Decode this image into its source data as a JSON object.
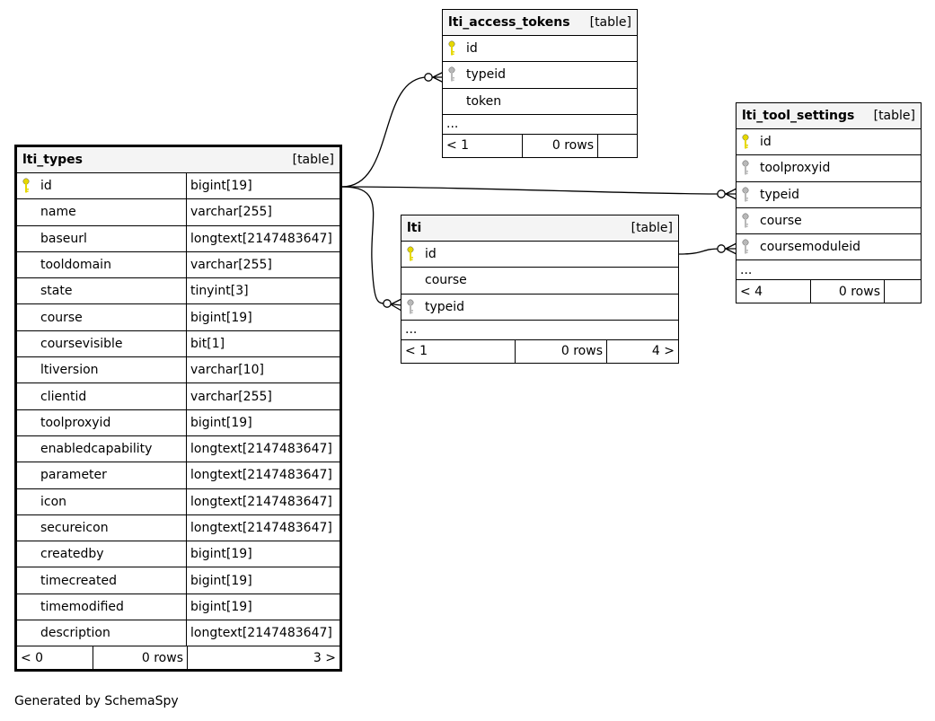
{
  "credit": "Generated by SchemaSpy",
  "tables": {
    "lti_types": {
      "name": "lti_types",
      "kind": "[table]",
      "columns": [
        {
          "name": "id",
          "type": "bigint[19]",
          "key": "primary"
        },
        {
          "name": "name",
          "type": "varchar[255]",
          "key": "none"
        },
        {
          "name": "baseurl",
          "type": "longtext[2147483647]",
          "key": "none"
        },
        {
          "name": "tooldomain",
          "type": "varchar[255]",
          "key": "none"
        },
        {
          "name": "state",
          "type": "tinyint[3]",
          "key": "none"
        },
        {
          "name": "course",
          "type": "bigint[19]",
          "key": "none"
        },
        {
          "name": "coursevisible",
          "type": "bit[1]",
          "key": "none"
        },
        {
          "name": "ltiversion",
          "type": "varchar[10]",
          "key": "none"
        },
        {
          "name": "clientid",
          "type": "varchar[255]",
          "key": "none"
        },
        {
          "name": "toolproxyid",
          "type": "bigint[19]",
          "key": "none"
        },
        {
          "name": "enabledcapability",
          "type": "longtext[2147483647]",
          "key": "none"
        },
        {
          "name": "parameter",
          "type": "longtext[2147483647]",
          "key": "none"
        },
        {
          "name": "icon",
          "type": "longtext[2147483647]",
          "key": "none"
        },
        {
          "name": "secureicon",
          "type": "longtext[2147483647]",
          "key": "none"
        },
        {
          "name": "createdby",
          "type": "bigint[19]",
          "key": "none"
        },
        {
          "name": "timecreated",
          "type": "bigint[19]",
          "key": "none"
        },
        {
          "name": "timemodified",
          "type": "bigint[19]",
          "key": "none"
        },
        {
          "name": "description",
          "type": "longtext[2147483647]",
          "key": "none"
        }
      ],
      "footer": {
        "parents": "< 0",
        "rows": "0 rows",
        "children": "3 >"
      }
    },
    "lti_access_tokens": {
      "name": "lti_access_tokens",
      "kind": "[table]",
      "columns": [
        {
          "name": "id",
          "key": "primary"
        },
        {
          "name": "typeid",
          "key": "foreign"
        },
        {
          "name": "token",
          "key": "none"
        }
      ],
      "ellipsis": "...",
      "footer": {
        "parents": "< 1",
        "rows": "0 rows",
        "children": ""
      }
    },
    "lti": {
      "name": "lti",
      "kind": "[table]",
      "columns": [
        {
          "name": "id",
          "key": "primary"
        },
        {
          "name": "course",
          "key": "none"
        },
        {
          "name": "typeid",
          "key": "foreign"
        }
      ],
      "ellipsis": "...",
      "footer": {
        "parents": "< 1",
        "rows": "0 rows",
        "children": "4 >"
      }
    },
    "lti_tool_settings": {
      "name": "lti_tool_settings",
      "kind": "[table]",
      "columns": [
        {
          "name": "id",
          "key": "primary"
        },
        {
          "name": "toolproxyid",
          "key": "foreign"
        },
        {
          "name": "typeid",
          "key": "foreign"
        },
        {
          "name": "course",
          "key": "foreign"
        },
        {
          "name": "coursemoduleid",
          "key": "foreign"
        }
      ],
      "ellipsis": "...",
      "footer": {
        "parents": "< 4",
        "rows": "0 rows",
        "children": ""
      }
    }
  },
  "colors": {
    "primary_key": "#e6d800",
    "foreign_key": "#b8b8b8",
    "header_bg": "#f4f4f4"
  }
}
